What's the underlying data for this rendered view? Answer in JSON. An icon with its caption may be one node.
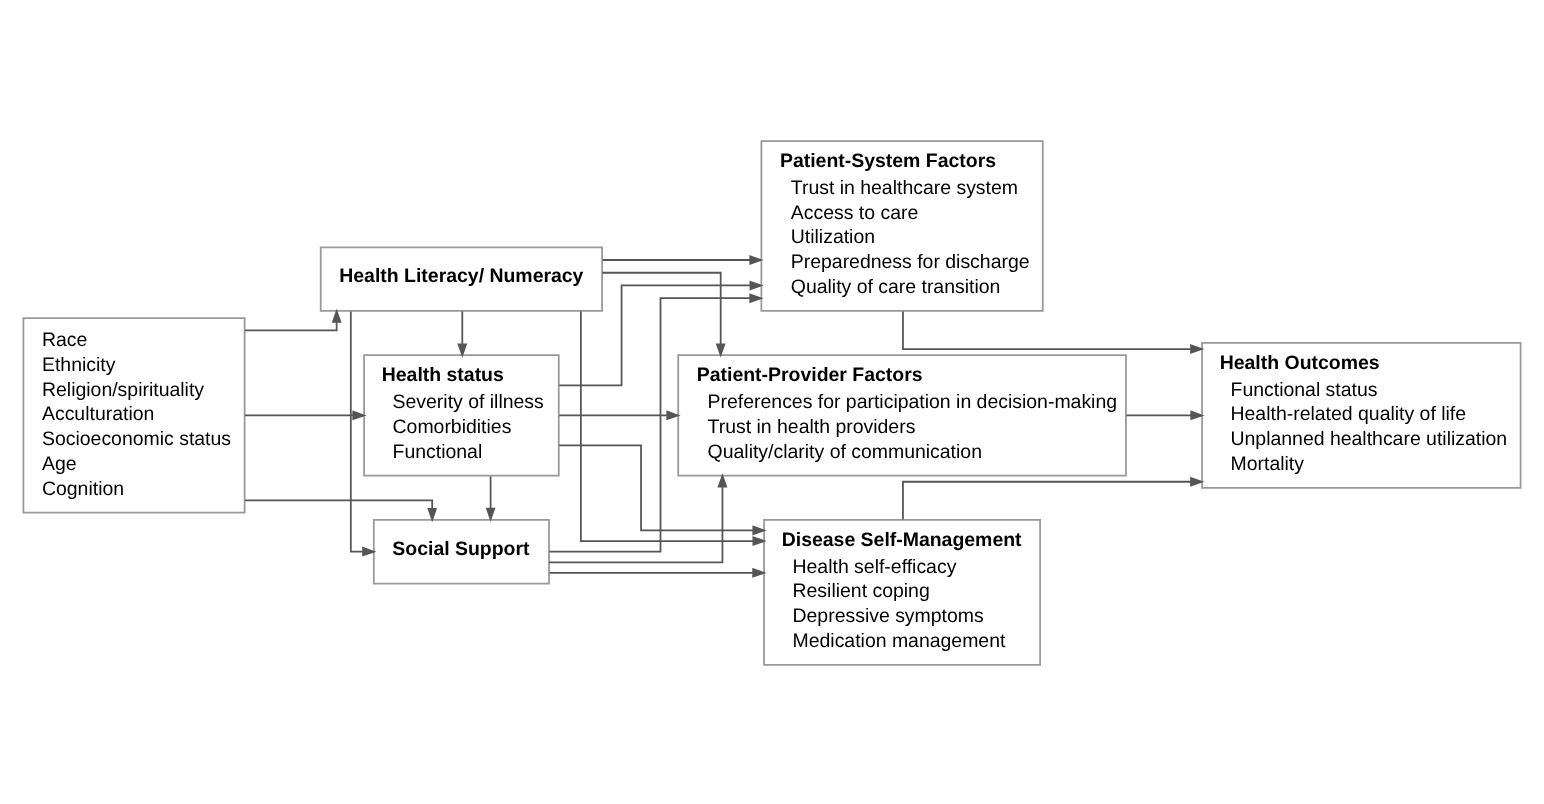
{
  "diagram": {
    "nodes": [
      {
        "text": [
          "Race",
          "Ethnicity",
          "Religion/spirituality",
          "Acculturation",
          "Socioeconomic status",
          "Age",
          "Cognition"
        ]
      },
      {
        "text": [
          "Health status",
          "Severity of illness",
          "Comorbidities",
          "Functional"
        ]
      },
      {
        "text": [
          "Health Literacy/ Numeracy"
        ]
      },
      {
        "text": [
          "Social Support"
        ]
      },
      {
        "text": [
          "Patient-System Factors",
          "Trust in healthcare system",
          "Access to care",
          "Utilization",
          "Preparedness for discharge",
          "Quality of care transition"
        ]
      },
      {
        "text": [
          "Patient-Provider Factors",
          "Preferences for participation in decision-making",
          "Trust in health providers",
          "Quality/clarity of communication"
        ]
      },
      {
        "text": [
          "Disease Self-Management",
          "Health self-efficacy",
          "Resilient coping",
          "Depressive symptoms",
          "Medication management"
        ]
      },
      {
        "text": [
          "Health Outcomes",
          "Functional status",
          "Health-related quality of life",
          "Unplanned healthcare utilization",
          "Mortality"
        ]
      }
    ],
    "edges": [
      {
        "from": 0,
        "to": 1,
        "arrow": "to"
      },
      {
        "from": 0,
        "to": 2,
        "arrow": "to"
      },
      {
        "from": 0,
        "to": 3,
        "arrow": "to"
      },
      {
        "from": 1,
        "to": 3,
        "arrow": "to"
      },
      {
        "from": 2,
        "to": 1,
        "arrow": "to"
      },
      {
        "from": 2,
        "to": 3,
        "arrow": "to"
      },
      {
        "from": 1,
        "to": 4,
        "arrow": "to"
      },
      {
        "from": 1,
        "to": 5,
        "arrow": "to"
      },
      {
        "from": 1,
        "to": 6,
        "arrow": "to"
      },
      {
        "from": 2,
        "to": 4,
        "arrow": "to"
      },
      {
        "from": 2,
        "to": 5,
        "arrow": "to"
      },
      {
        "from": 2,
        "to": 6,
        "arrow": "to"
      },
      {
        "from": 3,
        "to": 4,
        "arrow": "to"
      },
      {
        "from": 3,
        "to": 5,
        "arrow": "to"
      },
      {
        "from": 3,
        "to": 6,
        "arrow": "to"
      },
      {
        "from": 4,
        "to": 7,
        "arrow": "to"
      },
      {
        "from": 5,
        "to": 7,
        "arrow": "to"
      },
      {
        "from": 6,
        "to": 7,
        "arrow": "to"
      }
    ]
  }
}
